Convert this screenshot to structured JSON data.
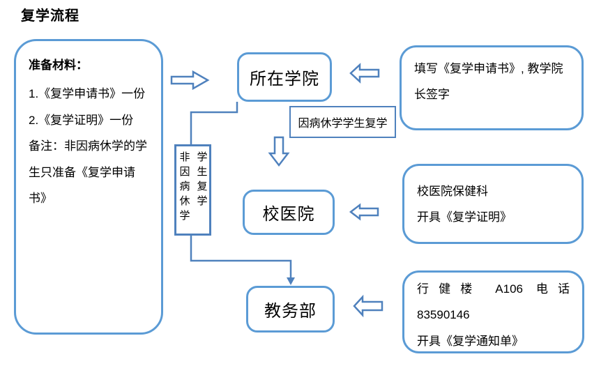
{
  "title": "复学流程",
  "colors": {
    "node_stroke": "#5b9bd5",
    "connector_stroke": "#4f81bd"
  },
  "materials": {
    "heading": "准备材料：",
    "item1": "1.《复学申请书》一份",
    "item2": "2.《复学证明》一份",
    "note": "备注：非因病休学的学生只准备《复学申请书》"
  },
  "nodes": {
    "college": "所在学院",
    "hospital": "校医院",
    "office": "教务部"
  },
  "branches": {
    "sick_label": "因病休学学生复学",
    "non_sick_label": "非因病休学学生复学"
  },
  "notes": {
    "college": {
      "text": "填写《复学申请书》, 教学院长签字"
    },
    "hospital": {
      "line1": "校医院保健科",
      "line2": "开具《复学证明》"
    },
    "office": {
      "line1": "行健楼 A106 电话",
      "line2": "83590146",
      "line3": "开具《复学通知单》"
    }
  }
}
